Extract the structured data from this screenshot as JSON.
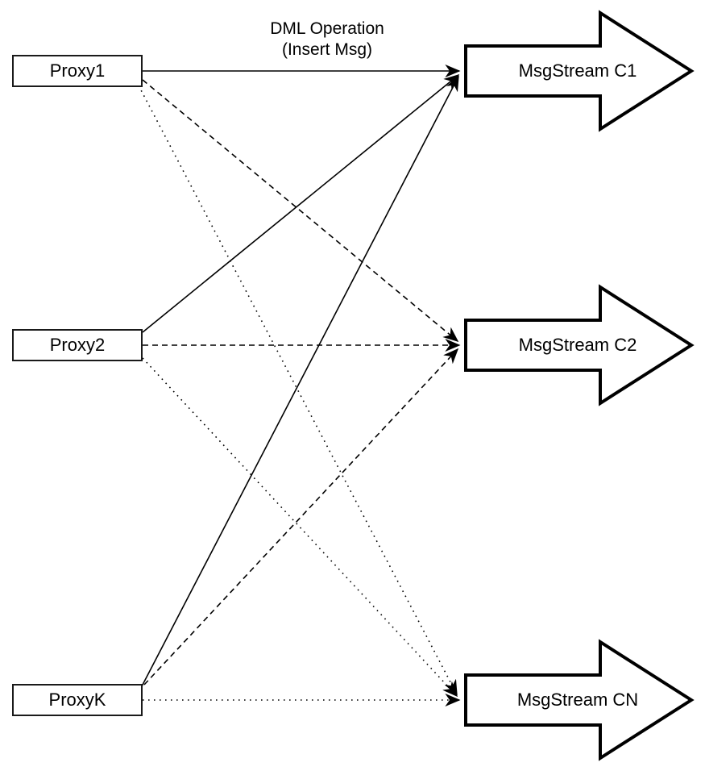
{
  "title": {
    "line1": "DML Operation",
    "line2": "(Insert Msg)"
  },
  "proxies": [
    {
      "label": "Proxy1"
    },
    {
      "label": "Proxy2"
    },
    {
      "label": "ProxyK"
    }
  ],
  "streams": [
    {
      "label": "MsgStream C1"
    },
    {
      "label": "MsgStream C2"
    },
    {
      "label": "MsgStream CN"
    }
  ],
  "connections": [
    {
      "from": "Proxy1",
      "to": "MsgStream C1",
      "style": "solid"
    },
    {
      "from": "Proxy1",
      "to": "MsgStream C2",
      "style": "dashed"
    },
    {
      "from": "Proxy1",
      "to": "MsgStream CN",
      "style": "dotted"
    },
    {
      "from": "Proxy2",
      "to": "MsgStream C1",
      "style": "solid"
    },
    {
      "from": "Proxy2",
      "to": "MsgStream C2",
      "style": "dashed"
    },
    {
      "from": "Proxy2",
      "to": "MsgStream CN",
      "style": "dotted"
    },
    {
      "from": "ProxyK",
      "to": "MsgStream C1",
      "style": "solid"
    },
    {
      "from": "ProxyK",
      "to": "MsgStream C2",
      "style": "dashed"
    },
    {
      "from": "ProxyK",
      "to": "MsgStream CN",
      "style": "dotted"
    }
  ],
  "colors": {
    "line": "#000000",
    "box_border": "#1a1a1a",
    "background": "#ffffff",
    "text": "#000000"
  }
}
